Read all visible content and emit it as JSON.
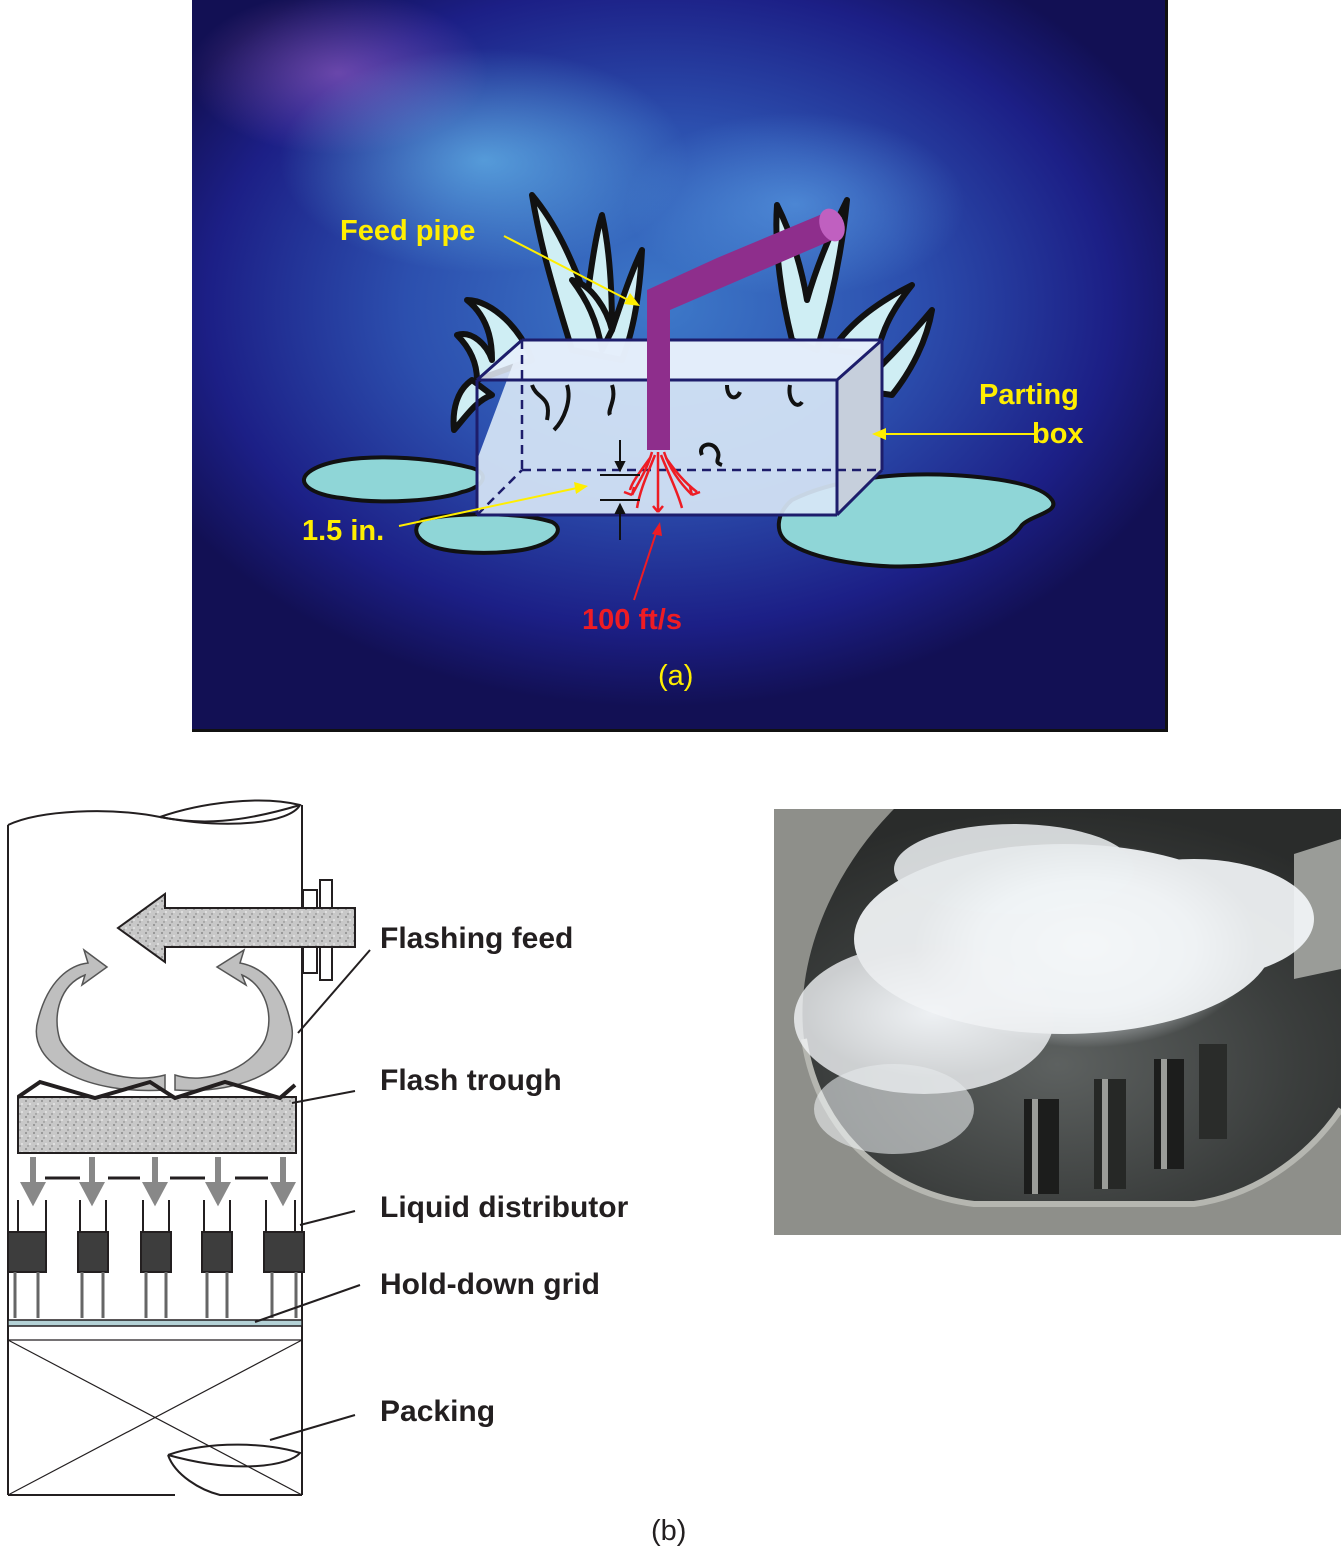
{
  "panel_a": {
    "labels": {
      "feed_pipe": "Feed pipe",
      "parting_box_line1": "Parting",
      "parting_box_line2": "box",
      "gap": "1.5 in.",
      "velocity": "100 ft/s"
    },
    "caption": "(a)"
  },
  "panel_b": {
    "labels": {
      "flashing_feed": "Flashing feed",
      "flash_trough": "Flash trough",
      "liquid_distributor": "Liquid distributor",
      "hold_down_grid": "Hold-down grid",
      "packing": "Packing"
    },
    "caption": "(b)"
  },
  "colors": {
    "label_yellow": "#ffee00",
    "velocity_red": "#ee1c24",
    "pipe_purple": "#8e2e8c",
    "text_dark": "#231f20"
  }
}
